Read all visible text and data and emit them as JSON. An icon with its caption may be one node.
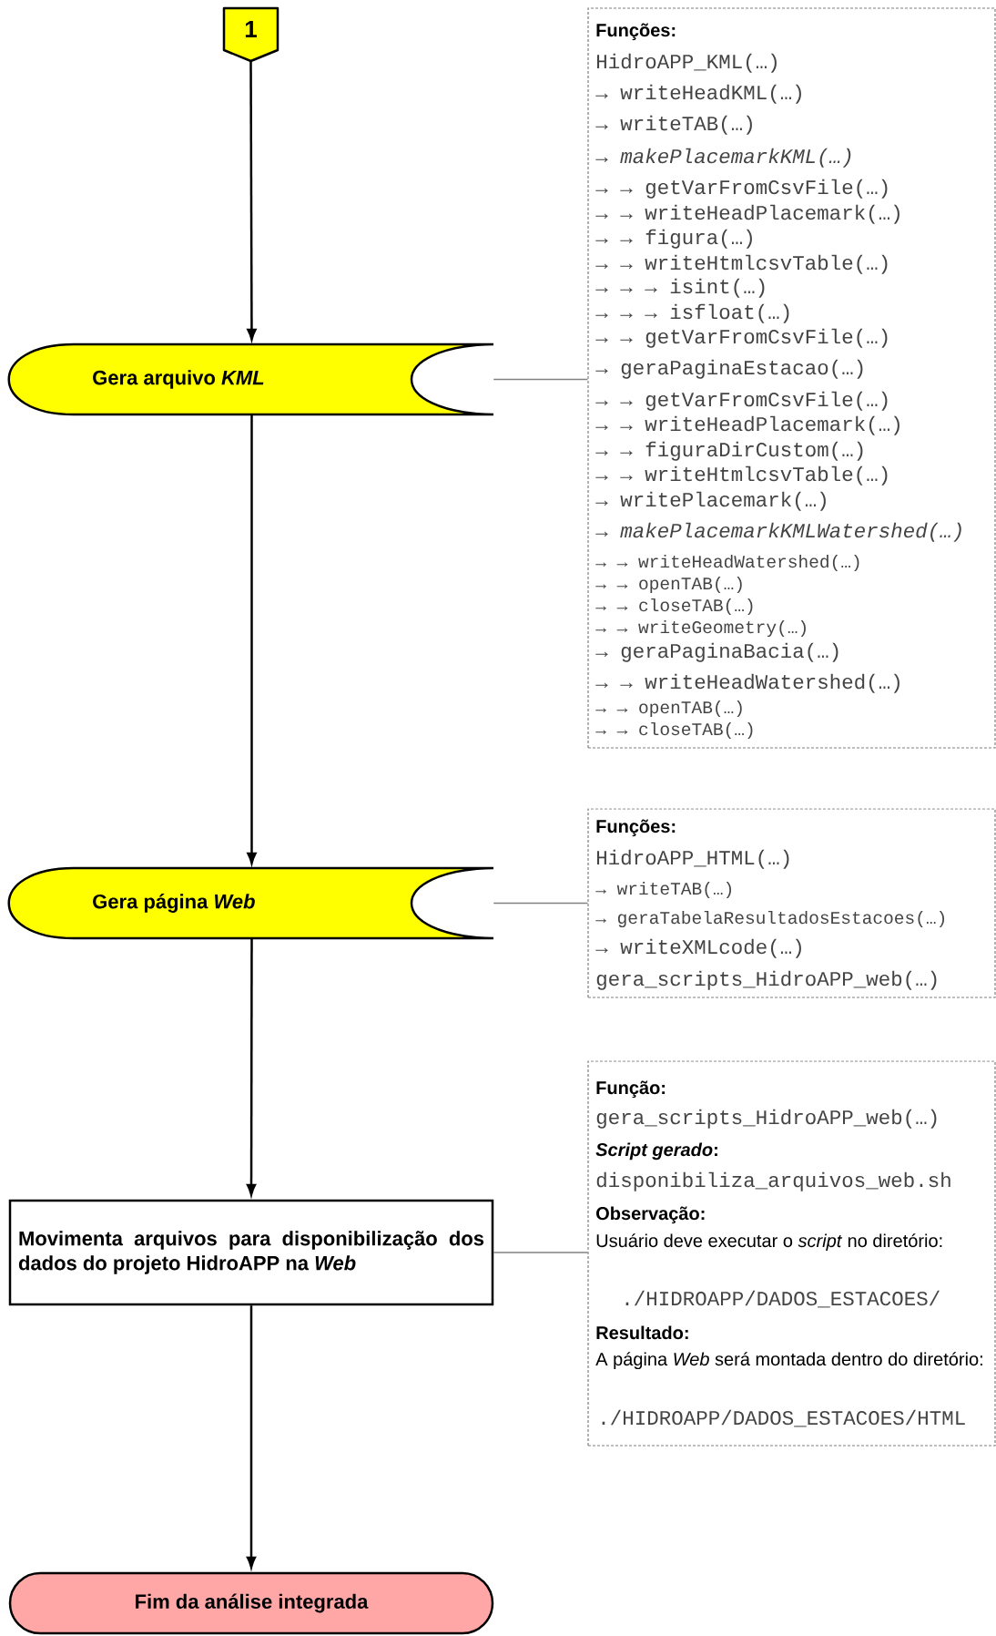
{
  "diagram": {
    "nodes": [
      {
        "text": [
          "1"
        ]
      },
      {
        "text": [
          "Gera arquivo *KML*"
        ]
      },
      {
        "text": [
          "Funções:",
          "HidroAPP_KML(…)",
          "→ writeHeadKML(…)",
          "→ writeTAB(…)",
          "→ *makePlacemarkKML(…)*",
          "→ → getVarFromCsvFile(…)",
          "→ → writeHeadPlacemark(…)",
          "→ → figura(…)",
          "→ → writeHtmlcsvTable(…)",
          "→ → → isint(…)",
          "→ → → isfloat(…)",
          "→ → getVarFromCsvFile(…)",
          "→ geraPaginaEstacao(…)",
          "→ → getVarFromCsvFile(…)",
          "→ → writeHeadPlacemark(…)",
          "→ → figuraDirCustom(…)",
          "→ → writeHtmlcsvTable(…)",
          "→ writePlacemark(…)",
          "→ *makePlacemarkKMLWatershed(…)*",
          "→ → writeHeadWatershed(…)",
          "→ → openTAB(…)",
          "→ → closeTAB(…)",
          "→ → writeGeometry(…)",
          "→ geraPaginaBacia(…)",
          "→ → writeHeadWatershed(…)",
          "→ → openTAB(…)",
          "→ → closeTAB(…)"
        ]
      },
      {
        "text": [
          "Gera página *Web*"
        ]
      },
      {
        "text": [
          "Funções:",
          "HidroAPP_HTML(…)",
          "→ writeTAB(…)",
          "→ geraTabelaResultadosEstacoes(…)",
          "→ writeXMLcode(…)",
          "gera_scripts_HidroAPP_web(…)"
        ]
      },
      {
        "text": [
          "Movimenta arquivos para disponibilização dos dados do projeto HidroAPP na *Web*"
        ]
      },
      {
        "text": [
          "Função:",
          "gera_scripts_HidroAPP_web(…)",
          "*Script gerado*:",
          "disponibiliza_arquivos_web.sh",
          "Observação:",
          "Usuário deve executar o *script* no diretório:",
          "./HIDROAPP/DADOS_ESTACOES/",
          "Resultado:",
          "A página *Web* será montada dentro do diretório:",
          "./HIDROAPP/DADOS_ESTACOES/HTML"
        ]
      },
      {
        "text": [
          "Fim da análise integrada"
        ]
      }
    ],
    "edges": [
      {
        "from": 0,
        "to": 1,
        "arrow": "to"
      },
      {
        "from": 1,
        "to": 3,
        "arrow": "to"
      },
      {
        "from": 3,
        "to": 5,
        "arrow": "to"
      },
      {
        "from": 5,
        "to": 7,
        "arrow": "to"
      },
      {
        "from": 1,
        "to": 2,
        "arrow": "none",
        "color": "#808080"
      },
      {
        "from": 3,
        "to": 4,
        "arrow": "none",
        "color": "#808080"
      },
      {
        "from": 5,
        "to": 6,
        "arrow": "none",
        "color": "#808080"
      }
    ]
  }
}
